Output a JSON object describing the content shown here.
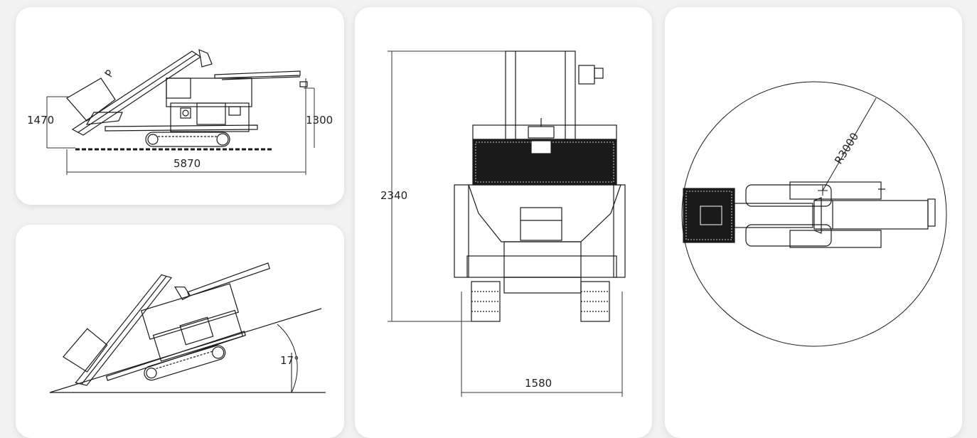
{
  "side_view": {
    "height_left": "1470",
    "height_right": "1300",
    "length": "5870"
  },
  "slope_view": {
    "angle": "17°"
  },
  "front_view": {
    "height": "2340",
    "width": "1580"
  },
  "top_view": {
    "radius": "R3000"
  },
  "colors": {
    "background": "#f2f2f2",
    "card": "#ffffff",
    "line": "#1a1a1a"
  }
}
